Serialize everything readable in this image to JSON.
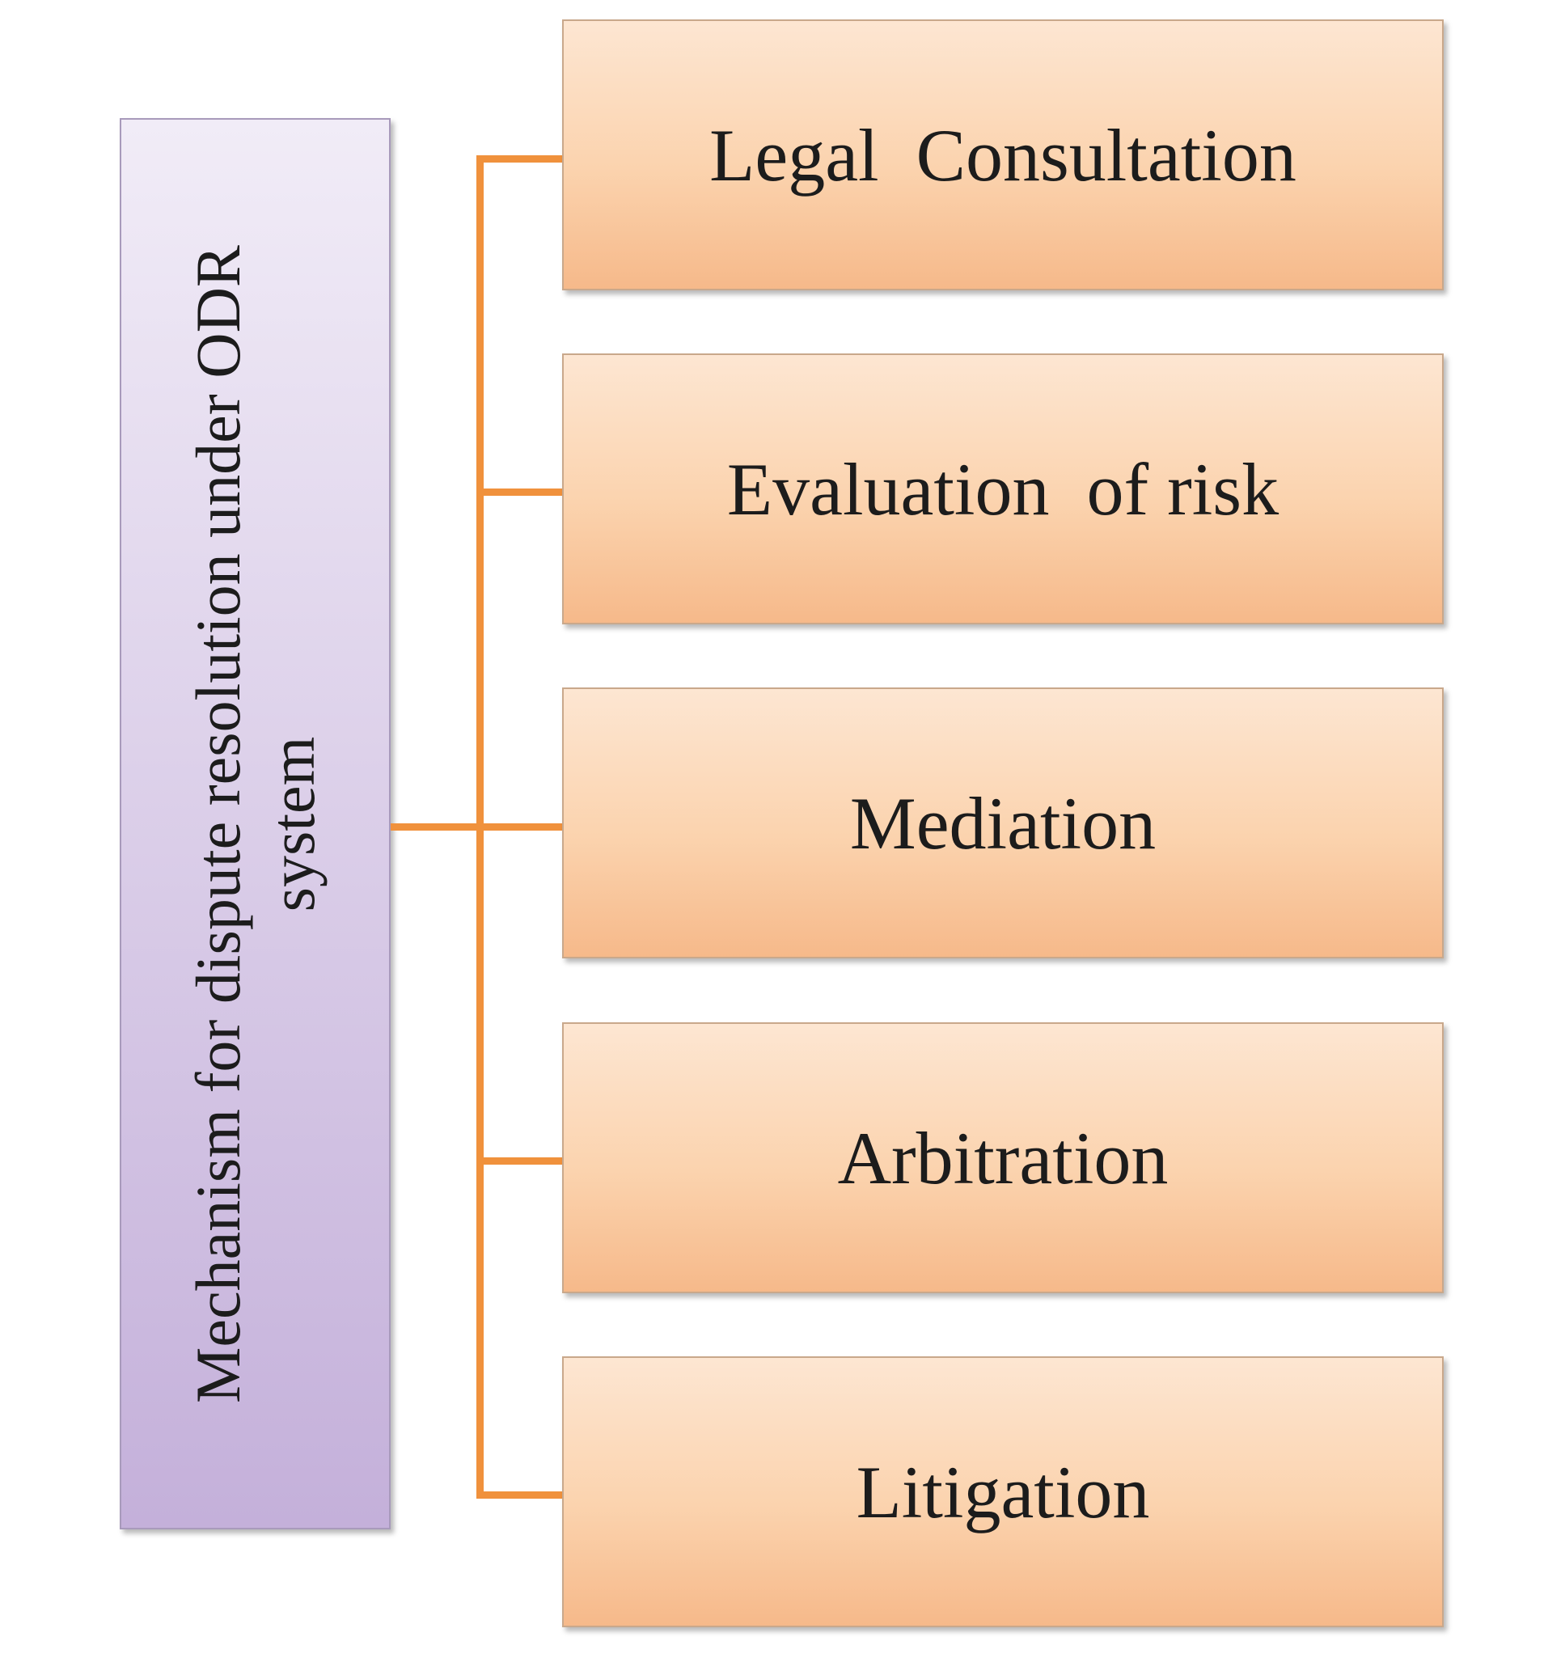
{
  "diagram": {
    "root": {
      "label": "Mechanism  for dispute resolution under ODR system"
    },
    "items": [
      {
        "label": "Legal  Consultation"
      },
      {
        "label": "Evaluation  of risk"
      },
      {
        "label": "Mediation"
      },
      {
        "label": "Arbitration"
      },
      {
        "label": "Litigation"
      }
    ],
    "colors": {
      "root_fill": "#ddd1ea",
      "item_fill": "#fbd3ae",
      "connector": "#f0913c"
    }
  }
}
